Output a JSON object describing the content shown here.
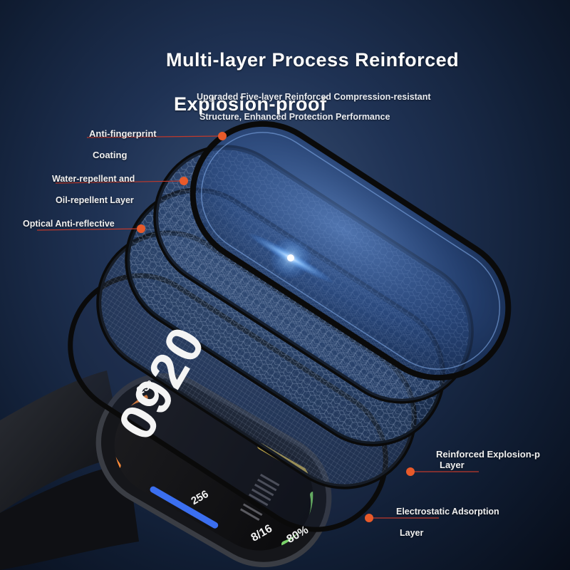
{
  "headline": {
    "line1": "Multi-layer Process Reinforced",
    "line2": "Explosion-proof"
  },
  "subheadline": {
    "line1": "Upgraded Five-layer Reinforced Compression-resistant",
    "line2": "Structure, Enhanced Protection Performance"
  },
  "callouts": {
    "anti_fingerprint": {
      "line1": "Anti-fingerprint",
      "line2": "Coating"
    },
    "water_repellent": {
      "line1": "Water-repellent and",
      "line2": "Oil-repellent Layer"
    },
    "optical": {
      "line1": "Optical Anti-reflective"
    },
    "reinforced": {
      "line1": "Reinforced Explosion-p",
      "line2": "Layer"
    },
    "electrostatic": {
      "line1": "Electrostatic Adsorption",
      "line2": "Layer"
    }
  },
  "watch_display": {
    "temperature": "25°",
    "time": "0920",
    "steps": "256",
    "date": "8/16",
    "battery": "80%"
  },
  "colors": {
    "callout_dot": "#e85a2a",
    "callout_line": "#c0392b",
    "glass_edge": "#0a0a0a",
    "highlight": "#7ab8ff"
  }
}
